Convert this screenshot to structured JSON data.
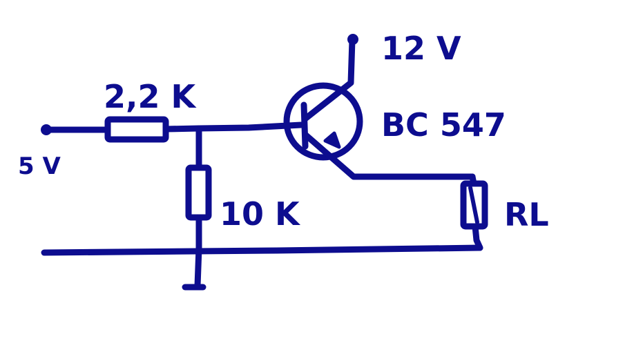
{
  "colors": {
    "ink": "#0d0d8f",
    "background": "#ffffff"
  },
  "labels": {
    "input_voltage": "5 V",
    "supply_voltage": "12 V",
    "base_resistor": "2,2 K",
    "pulldown_resistor": "10 K",
    "transistor": "BC 547",
    "load": "RL"
  }
}
